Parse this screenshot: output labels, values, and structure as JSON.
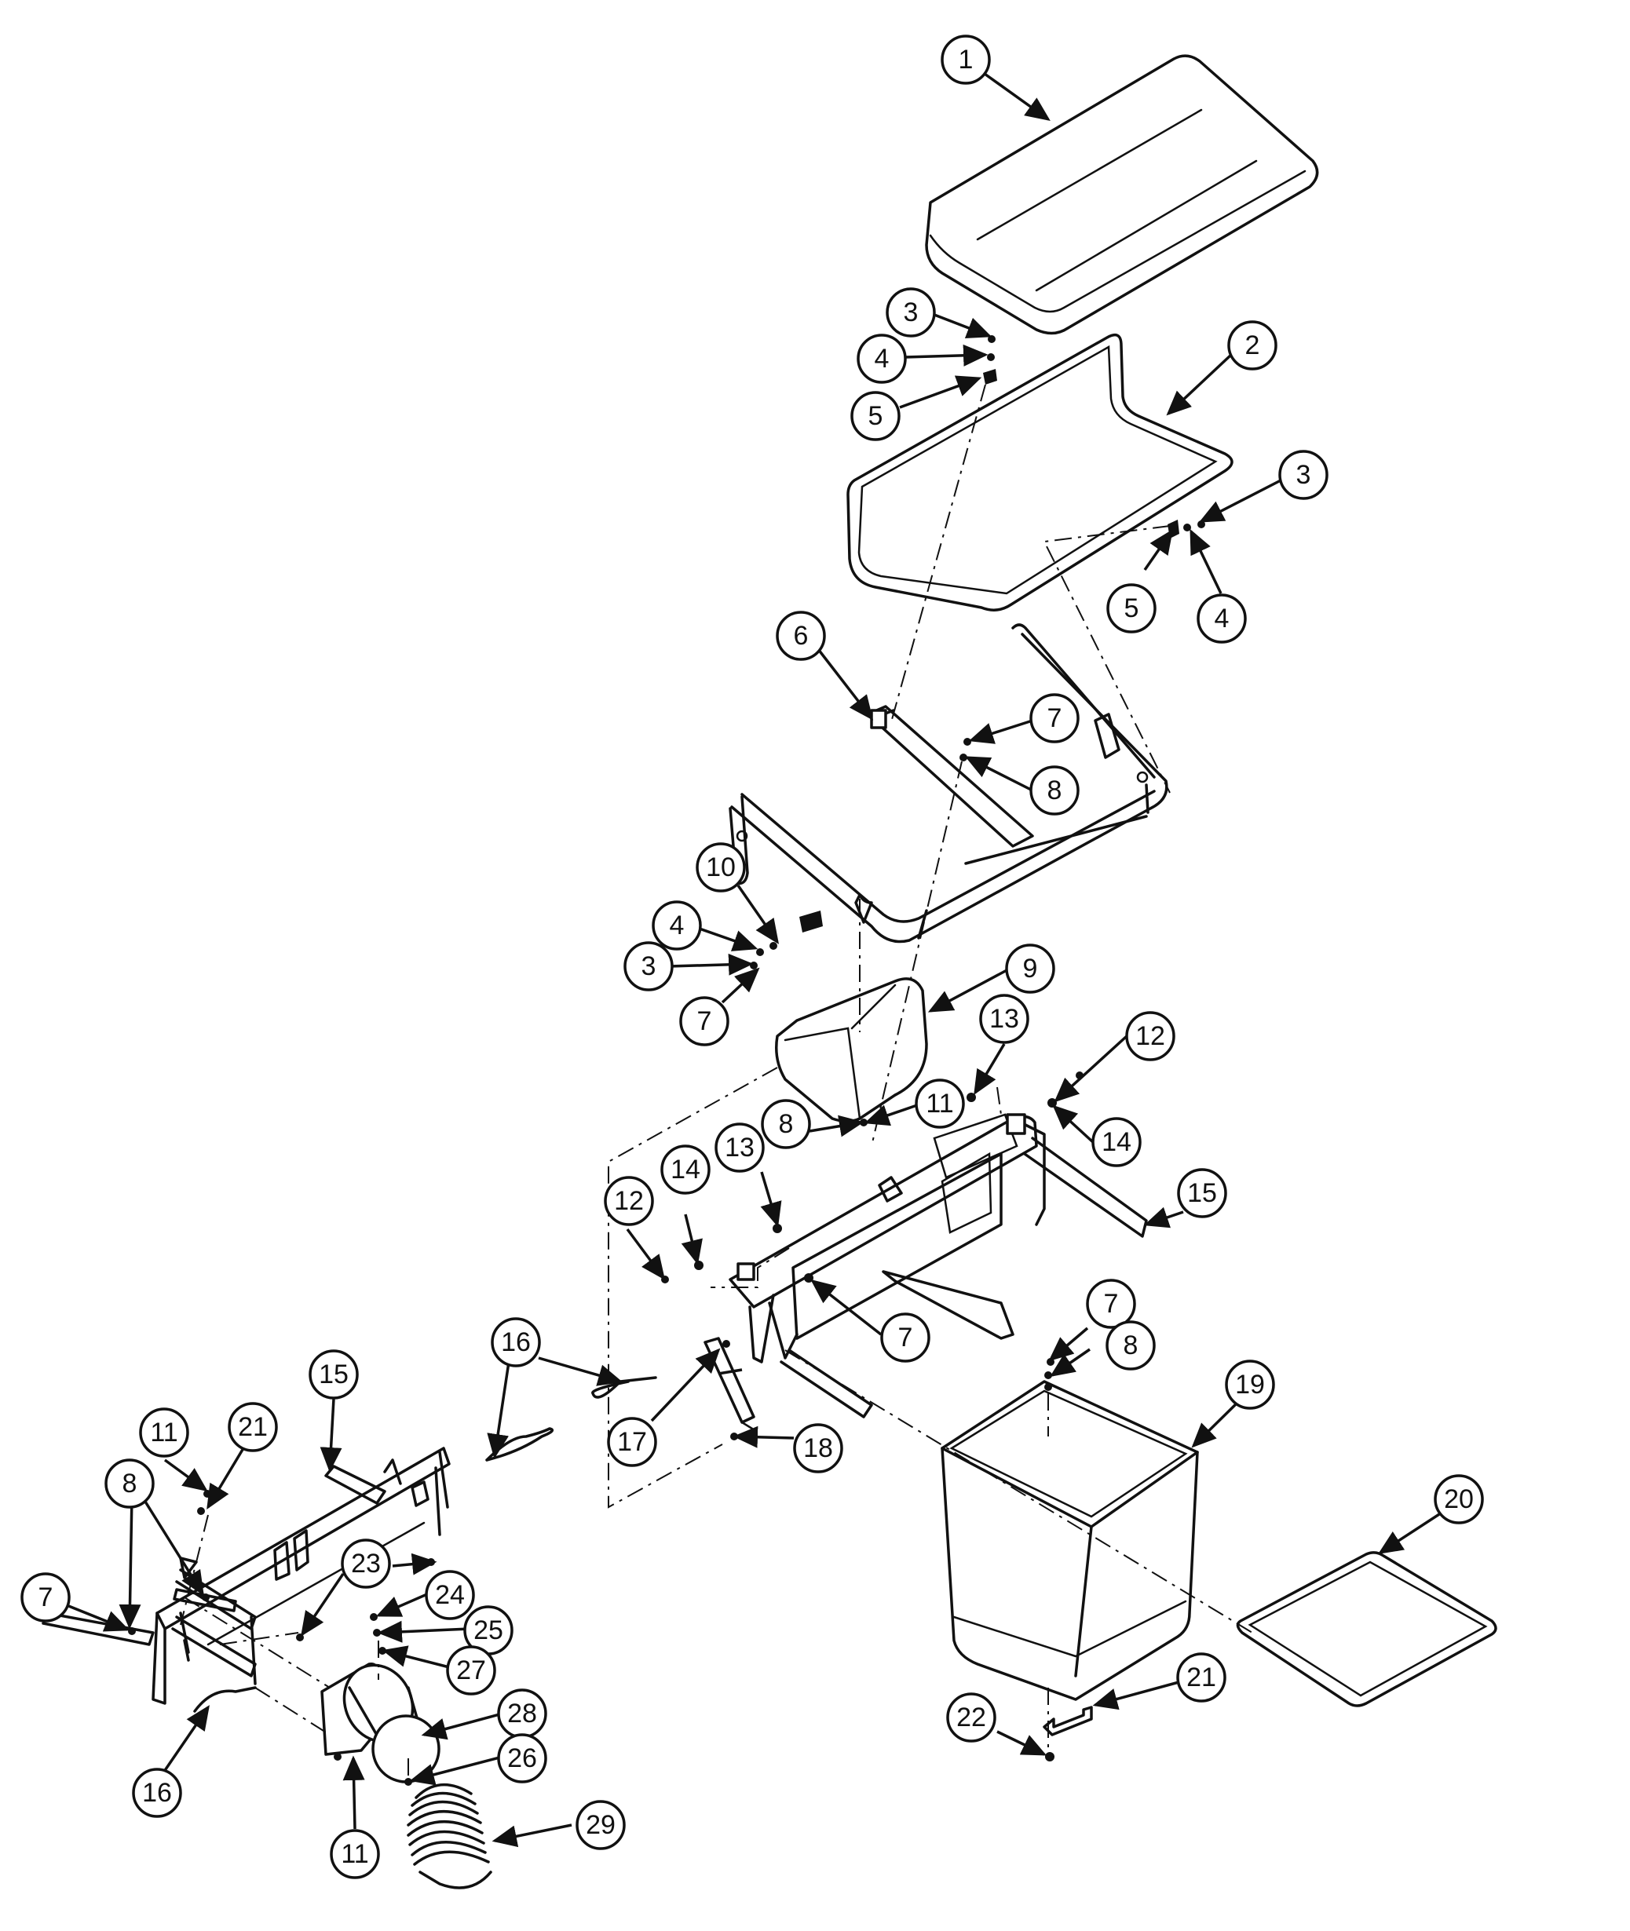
{
  "callouts": [
    {
      "id": "c1",
      "label": "1"
    },
    {
      "id": "c2",
      "label": "2"
    },
    {
      "id": "c3a",
      "label": "3"
    },
    {
      "id": "c4a",
      "label": "4"
    },
    {
      "id": "c5a",
      "label": "5"
    },
    {
      "id": "c3b",
      "label": "3"
    },
    {
      "id": "c5b",
      "label": "5"
    },
    {
      "id": "c4b",
      "label": "4"
    },
    {
      "id": "c6",
      "label": "6"
    },
    {
      "id": "c7a",
      "label": "7"
    },
    {
      "id": "c8a",
      "label": "8"
    },
    {
      "id": "c10",
      "label": "10"
    },
    {
      "id": "c4c",
      "label": "4"
    },
    {
      "id": "c3c",
      "label": "3"
    },
    {
      "id": "c7b",
      "label": "7"
    },
    {
      "id": "c9",
      "label": "9"
    },
    {
      "id": "c13a",
      "label": "13"
    },
    {
      "id": "c12a",
      "label": "12"
    },
    {
      "id": "c11a",
      "label": "11"
    },
    {
      "id": "c8b",
      "label": "8"
    },
    {
      "id": "c14a",
      "label": "14"
    },
    {
      "id": "c13b",
      "label": "13"
    },
    {
      "id": "c12b",
      "label": "12"
    },
    {
      "id": "c14b",
      "label": "14"
    },
    {
      "id": "c15a",
      "label": "15"
    },
    {
      "id": "c7c",
      "label": "7"
    },
    {
      "id": "c7d",
      "label": "7"
    },
    {
      "id": "c8c",
      "label": "8"
    },
    {
      "id": "c16a",
      "label": "16"
    },
    {
      "id": "c17",
      "label": "17"
    },
    {
      "id": "c18",
      "label": "18"
    },
    {
      "id": "c19",
      "label": "19"
    },
    {
      "id": "c20",
      "label": "20"
    },
    {
      "id": "c15b",
      "label": "15"
    },
    {
      "id": "c11b",
      "label": "11"
    },
    {
      "id": "c21a",
      "label": "21"
    },
    {
      "id": "c8d",
      "label": "8"
    },
    {
      "id": "c23",
      "label": "23"
    },
    {
      "id": "c24",
      "label": "24"
    },
    {
      "id": "c25",
      "label": "25"
    },
    {
      "id": "c7e",
      "label": "7"
    },
    {
      "id": "c27",
      "label": "27"
    },
    {
      "id": "c28",
      "label": "28"
    },
    {
      "id": "c26",
      "label": "26"
    },
    {
      "id": "c16b",
      "label": "16"
    },
    {
      "id": "c11c",
      "label": "11"
    },
    {
      "id": "c29",
      "label": "29"
    },
    {
      "id": "c21b",
      "label": "21"
    },
    {
      "id": "c22",
      "label": "22"
    }
  ]
}
